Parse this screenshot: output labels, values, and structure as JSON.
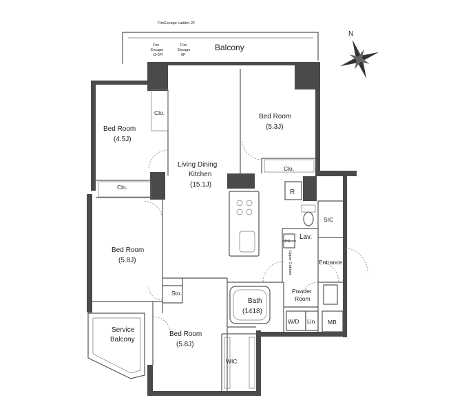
{
  "rooms": {
    "balcony": "Balcony",
    "fire_escape_ladder": "FireEscape Ladder 2F",
    "fire_escape_left": [
      "Fire",
      "Escape",
      "(3-5F)"
    ],
    "fire_escape_right": [
      "Fire",
      "Escape",
      "6F"
    ],
    "bed_nw": [
      "Bed Room",
      "(4.5J)"
    ],
    "clo_nw": "Clo.",
    "ldk": [
      "Living Dining",
      "Kitchen",
      "(15.1J)"
    ],
    "bed_ne": [
      "Bed Room",
      "(5.3J)"
    ],
    "clo_ne": "Clo.",
    "clo_mid": "Clo.",
    "bed_w": [
      "Bed Room",
      "(5.8J)"
    ],
    "sto": "Sto.",
    "refrigerator": "R",
    "sic": "SIC",
    "ps": "PS",
    "lav": "Lav.",
    "upper_cabinet": "Upper Cabinet",
    "entrance": "Entrance",
    "bath": [
      "Bath",
      "(1418)"
    ],
    "powder": [
      "Powder",
      "Room"
    ],
    "wd": "W/D",
    "lin": "Lin",
    "mb": "MB",
    "service_balcony": [
      "Service",
      "Balcony"
    ],
    "bed_s": [
      "Bed Room",
      "(5.8J)"
    ],
    "wic": "WIC",
    "compass_n": "N"
  },
  "colors": {
    "wall": "#4a4a4a",
    "line": "#555555"
  }
}
